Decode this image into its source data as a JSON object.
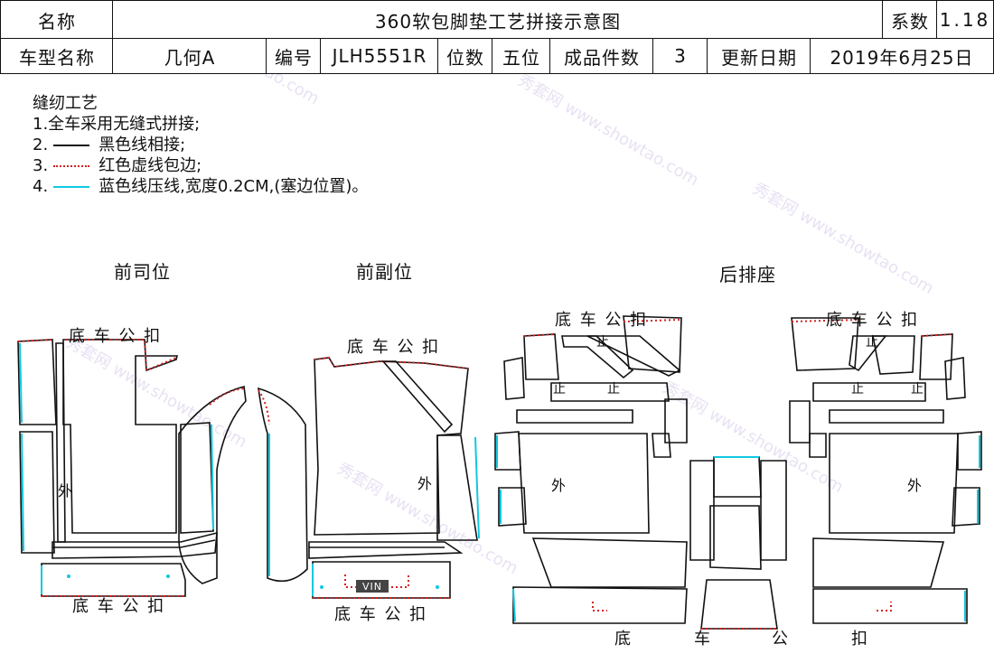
{
  "header": {
    "name_label": "名称",
    "title": "360软包脚垫工艺拼接示意图",
    "coef_label": "系数",
    "coef_value": "1.18",
    "model_label": "车型名称",
    "model_value": "几何A",
    "code_label": "编号",
    "code_value": "JLH5551R",
    "seats_label": "位数",
    "seats_value": "五位",
    "pieces_label": "成品件数",
    "pieces_value": "3",
    "date_label": "更新日期",
    "date_value": "2019年6月25日"
  },
  "notes": {
    "title": "缝纫工艺",
    "item1": "1.全车采用无缝式拼接;",
    "item2_prefix": "2.",
    "item2": "黑色线相接;",
    "item3_prefix": "3.",
    "item3": "红色虚线包边;",
    "item4_prefix": "4.",
    "item4": "蓝色线压线,宽度0.2CM,(塞边位置)。"
  },
  "sections": {
    "driver": "前司位",
    "passenger": "前副位",
    "rear": "后排座"
  },
  "labels": {
    "base_clip": "底 车 公 扣",
    "outer": "外",
    "stop": "止",
    "vin": "VIN",
    "rear_bottom_1": "底",
    "rear_bottom_2": "车",
    "rear_bottom_3": "公",
    "rear_bottom_4": "扣"
  },
  "watermark": {
    "cn": "秀套网",
    "url": "www.showtao.com"
  },
  "colors": {
    "seam": "#111111",
    "edge_binding": "#d42020",
    "press_line": "#11c8e0"
  }
}
